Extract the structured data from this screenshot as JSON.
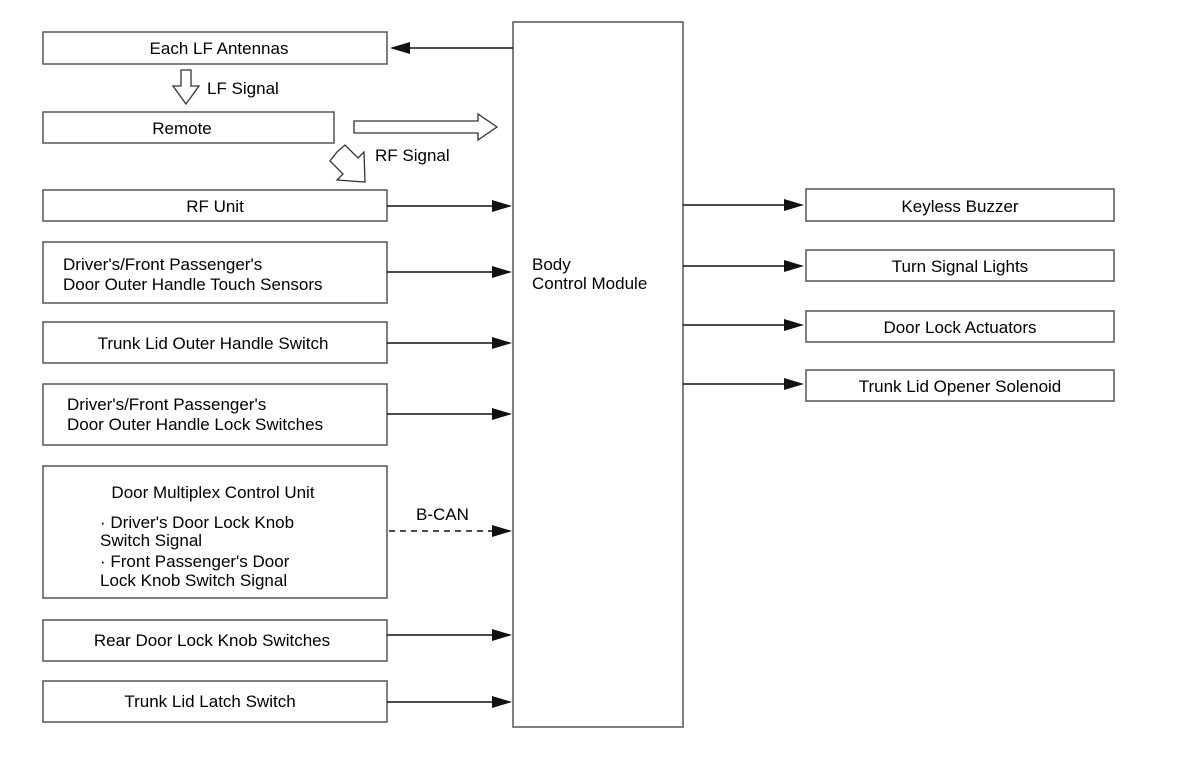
{
  "bcm": {
    "line1": "Body",
    "line2": "Control Module"
  },
  "inputs": {
    "lf_antennas": "Each LF Antennas",
    "remote": "Remote",
    "rf_unit": "RF Unit",
    "touch_sensors": [
      "Driver's/Front Passenger's",
      "Door Outer Handle Touch Sensors"
    ],
    "trunk_outer_switch": "Trunk Lid Outer Handle Switch",
    "lock_switches": [
      "Driver's/Front Passenger's",
      "Door Outer Handle Lock Switches"
    ],
    "door_mux": {
      "title": "Door Multiplex Control Unit",
      "lines": [
        "· Driver's Door Lock Knob",
        "Switch Signal",
        "· Front Passenger's Door",
        "Lock Knob Switch Signal"
      ]
    },
    "rear_knob": "Rear Door Lock Knob Switches",
    "trunk_latch": "Trunk Lid Latch Switch"
  },
  "outputs": {
    "buzzer": "Keyless Buzzer",
    "turn_lights": "Turn Signal Lights",
    "door_actuators": "Door Lock Actuators",
    "trunk_solenoid": "Trunk Lid Opener Solenoid"
  },
  "signals": {
    "lf": "LF Signal",
    "rf": "RF Signal",
    "bcan": "B-CAN"
  }
}
